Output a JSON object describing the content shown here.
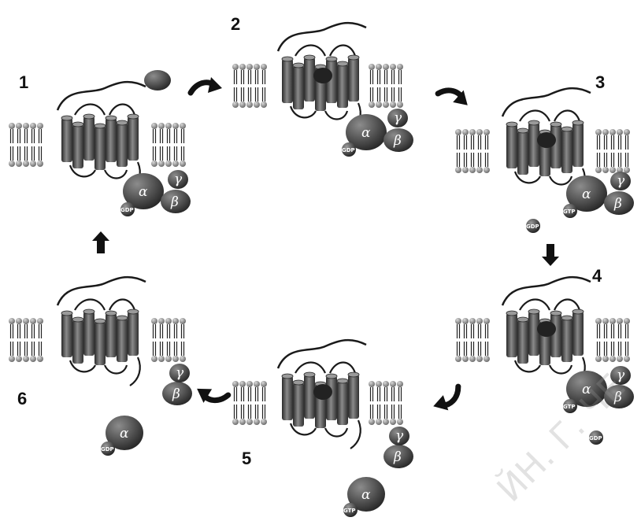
{
  "steps": [
    {
      "number": "1"
    },
    {
      "number": "2"
    },
    {
      "number": "3"
    },
    {
      "number": "4"
    },
    {
      "number": "5"
    },
    {
      "number": "6"
    }
  ],
  "subunits": {
    "alpha": "α",
    "beta": "β",
    "gamma": "γ"
  },
  "nucleotides": {
    "gdp": "GDP",
    "gtp": "GTP"
  },
  "watermark": "ЙН. Г. ЧЕ",
  "colors": {
    "membrane_head": "#8a8a8a",
    "protein": "#4a4a4a",
    "subunit": "#3a3a3a",
    "arrow": "#111111"
  }
}
